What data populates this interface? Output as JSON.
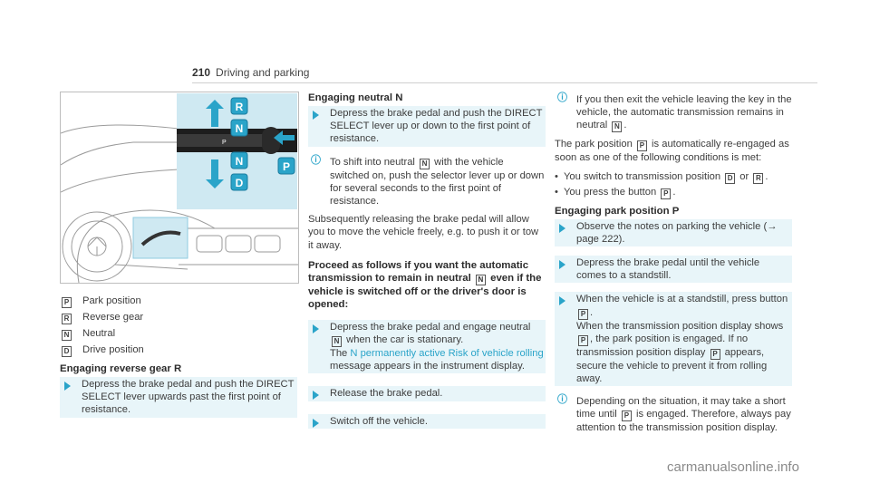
{
  "header": {
    "page_number": "210",
    "section": "Driving and parking"
  },
  "figure": {
    "labels": [
      "R",
      "N",
      "N",
      "D",
      "P",
      "P"
    ]
  },
  "legend": [
    {
      "key": "P",
      "text": "Park position"
    },
    {
      "key": "R",
      "text": "Reverse gear"
    },
    {
      "key": "N",
      "text": "Neutral"
    },
    {
      "key": "D",
      "text": "Drive position"
    }
  ],
  "col1": {
    "heading": "Engaging reverse gear R",
    "step1": "Depress the brake pedal and push the DIRECT SELECT lever upwards past the first point of resistance."
  },
  "col2": {
    "heading1": "Engaging neutral N",
    "step1": "Depress the brake pedal and push the DIRECT SELECT lever up or down to the first point of resistance.",
    "note1_a": "To shift into neutral",
    "note1_key": "N",
    "note1_b": "with the vehicle switched on, push the selector lever up or down for several seconds to the first point of resistance.",
    "para1": "Subsequently releasing the brake pedal will allow you to move the vehicle freely, e.g. to push it or tow it away.",
    "heading2_a": "Proceed as follows if you want the automatic transmission to remain in neutral",
    "heading2_key": "N",
    "heading2_b": "even if the vehicle is switched off or the driver's door is opened:",
    "step2_a": "Depress the brake pedal and engage neutral",
    "step2_key": "N",
    "step2_b": "when the car is stationary.",
    "step2_c": "The",
    "step2_link": "N permanently active Risk of vehicle rolling",
    "step2_d": "message appears in the instrument display.",
    "step3": "Release the brake pedal.",
    "step4": "Switch off the vehicle."
  },
  "col3": {
    "note1_a": "If you then exit the vehicle leaving the key in the vehicle, the automatic transmission remains in neutral",
    "note1_key": "N",
    "para1_a": "The park position",
    "para1_key": "P",
    "para1_b": "is automatically re-engaged as soon as one of the following conditions is met:",
    "bullet1_a": "You switch to transmission position",
    "bullet1_key1": "D",
    "bullet1_or": "or",
    "bullet1_key2": "R",
    "bullet2_a": "You press the button",
    "bullet2_key": "P",
    "heading": "Engaging park position P",
    "step1_a": "Observe the notes on parking the vehicle (",
    "step1_ref": "→ page 222",
    "step1_b": ").",
    "step2": "Depress the brake pedal until the vehicle comes to a standstill.",
    "step3_a": "When the vehicle is at a standstill, press button",
    "step3_key": "P",
    "step3_b": "When the transmission position display shows",
    "step3_key2": "P",
    "step3_c": ", the park position is engaged. If no transmission position display",
    "step3_key3": "P",
    "step3_d": "appears, secure the vehicle to prevent it from rolling away.",
    "note2_a": "Depending on the situation, it may take a short time until",
    "note2_key": "P",
    "note2_b": "is engaged. Therefore, always pay attention to the transmission position display."
  },
  "footer": "carmanualsonline.info",
  "colors": {
    "accent": "#2aa4c9",
    "panel": "#cfe9f2"
  }
}
